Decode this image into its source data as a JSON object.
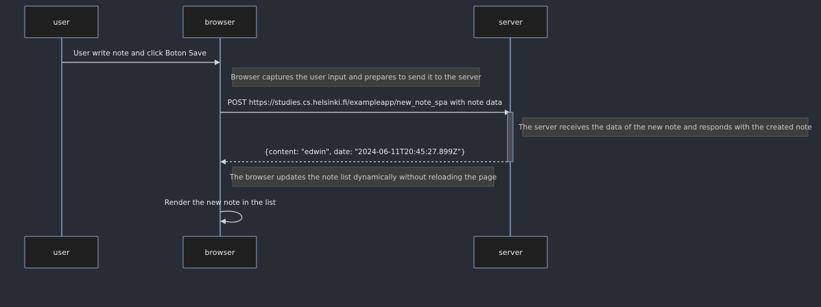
{
  "participants": [
    {
      "id": "user",
      "label": "user"
    },
    {
      "id": "browser",
      "label": "browser"
    },
    {
      "id": "server",
      "label": "server"
    }
  ],
  "messages": [
    {
      "from": "user",
      "to": "browser",
      "text": "User write note and click Boton Save",
      "style": "solid"
    },
    {
      "from": "browser",
      "to": "server",
      "text": "POST https://studies.cs.helsinki.fi/exampleapp/new_note_spa with note data",
      "style": "solid"
    },
    {
      "from": "server",
      "to": "browser",
      "text": "{content: \"edwin\", date: \"2024-06-11T20:45:27.899Z\"}",
      "style": "dashed"
    },
    {
      "from": "browser",
      "to": "browser",
      "text": "Render the new note in the list",
      "style": "solid"
    }
  ],
  "notes": [
    {
      "over": "browser",
      "text": "Browser captures the user input and prepares to send it to the server"
    },
    {
      "over": "server",
      "text": "The server receives the data of the new note and responds with the created note"
    },
    {
      "over": "browser",
      "text": "The browser updates the note list dynamically without reloading the page"
    }
  ],
  "colors": {
    "background": "#282c35",
    "actor_fill": "#1f1f1f",
    "actor_stroke": "#8aa4c8",
    "note_fill": "#3e3e3e",
    "text": "#e6e6e6"
  }
}
